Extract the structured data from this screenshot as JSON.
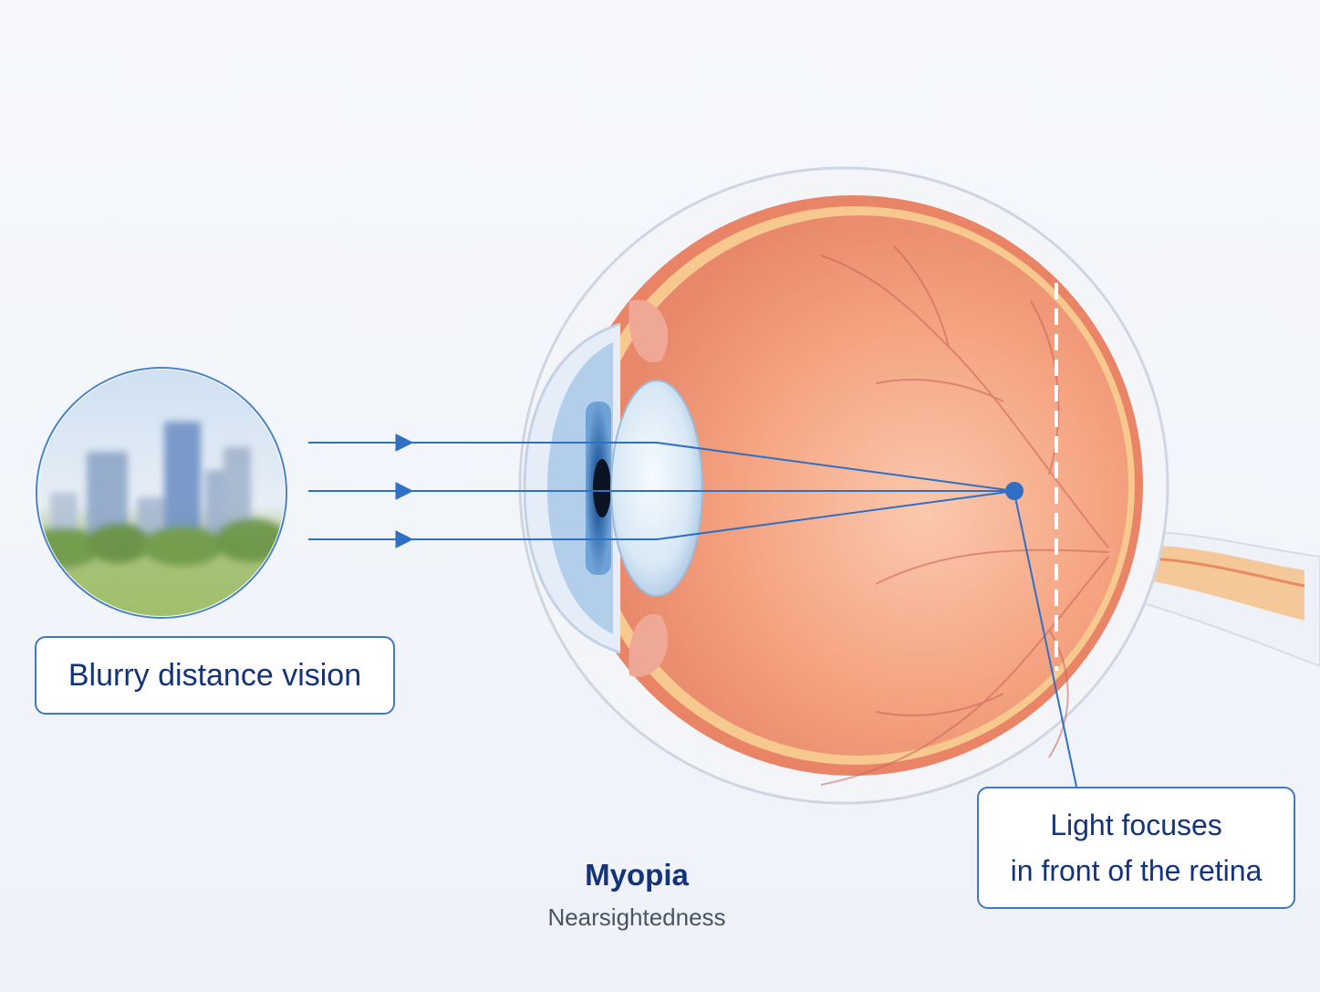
{
  "labels": {
    "blurry_vision": "Blurry distance vision",
    "focus_line1": "Light focuses",
    "focus_line2": "in front of the retina"
  },
  "title": "Myopia",
  "subtitle": "Nearsightedness",
  "colors": {
    "accent_blue": "#2f6fc4",
    "label_text": "#13347a",
    "eye_interior": "#f29a78",
    "sclera": "#f3f5f9"
  }
}
